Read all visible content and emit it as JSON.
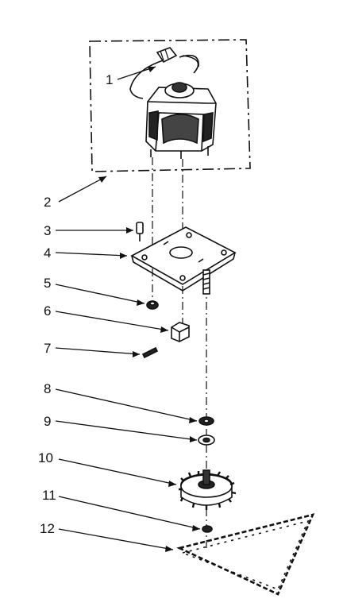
{
  "diagram": {
    "callouts": [
      {
        "id": "c1",
        "label": "1"
      },
      {
        "id": "c2",
        "label": "2"
      },
      {
        "id": "c3",
        "label": "3"
      },
      {
        "id": "c4",
        "label": "4"
      },
      {
        "id": "c5",
        "label": "5"
      },
      {
        "id": "c6",
        "label": "6"
      },
      {
        "id": "c7",
        "label": "7"
      },
      {
        "id": "c8",
        "label": "8"
      },
      {
        "id": "c9",
        "label": "9"
      },
      {
        "id": "c10",
        "label": "10"
      },
      {
        "id": "c11",
        "label": "11"
      },
      {
        "id": "c12",
        "label": "12"
      }
    ],
    "ink_color": "#111111",
    "background_color": "#ffffff"
  }
}
